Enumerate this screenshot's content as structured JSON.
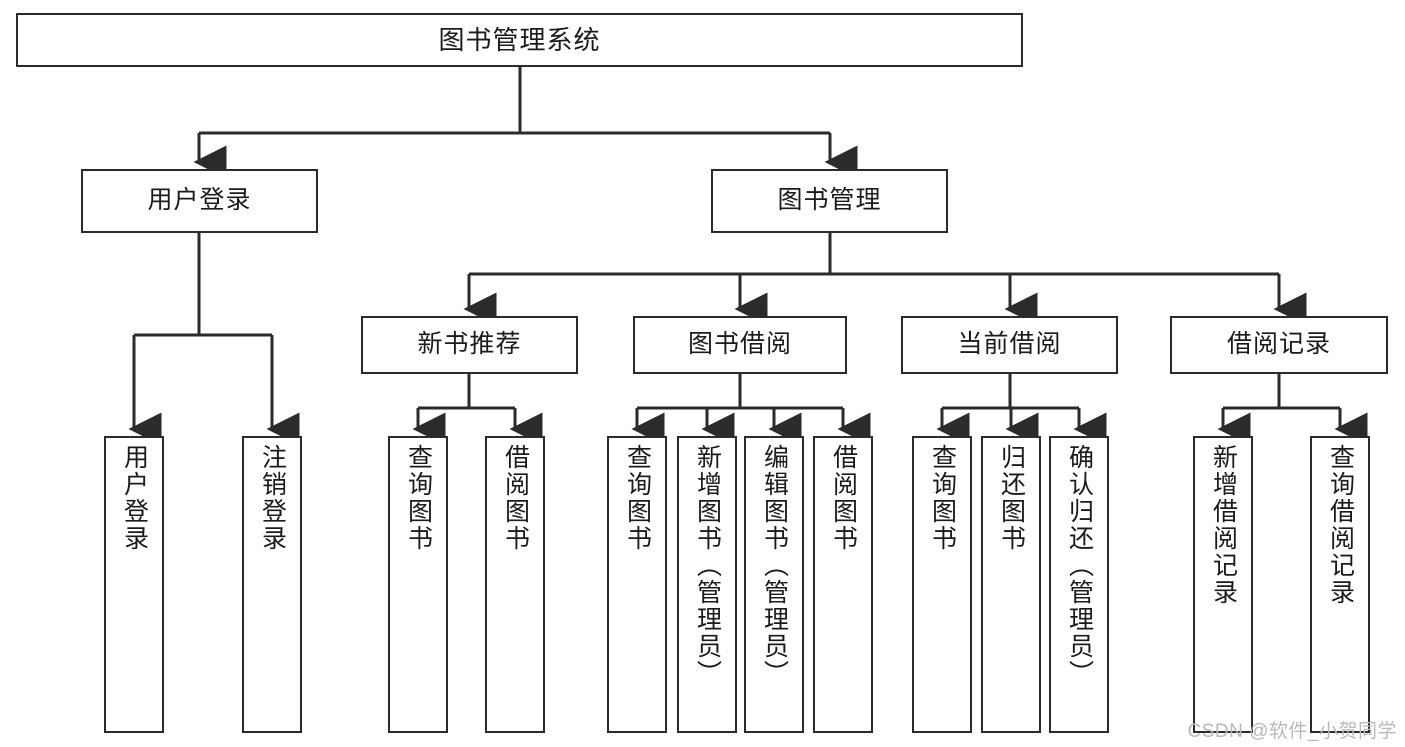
{
  "diagram": {
    "title": "图书管理系统",
    "watermark": "CSDN @软件_小贺同学",
    "line_color": "#2b2b2b",
    "box_fill": "#ffffff",
    "text_color": "#1b1b1b",
    "watermark_color": "#b9b9b9",
    "root": {
      "label": "图书管理系统"
    },
    "level2": [
      {
        "label": "用户登录"
      },
      {
        "label": "图书管理"
      }
    ],
    "level3": [
      {
        "label": "新书推荐"
      },
      {
        "label": "图书借阅"
      },
      {
        "label": "当前借阅"
      },
      {
        "label": "借阅记录"
      }
    ],
    "leaves": {
      "user_login": [
        {
          "label": "用户登录"
        },
        {
          "label": "注销登录"
        }
      ],
      "new_book_recommend": [
        {
          "label": "查询图书"
        },
        {
          "label": "借阅图书"
        }
      ],
      "book_borrow": [
        {
          "label": "查询图书"
        },
        {
          "label": "新增图书（管理员）"
        },
        {
          "label": "编辑图书（管理员）"
        },
        {
          "label": "借阅图书"
        }
      ],
      "current_borrow": [
        {
          "label": "查询图书"
        },
        {
          "label": "归还图书"
        },
        {
          "label": "确认归还（管理员）"
        }
      ],
      "borrow_record": [
        {
          "label": "新增借阅记录"
        },
        {
          "label": "查询借阅记录"
        }
      ]
    }
  }
}
